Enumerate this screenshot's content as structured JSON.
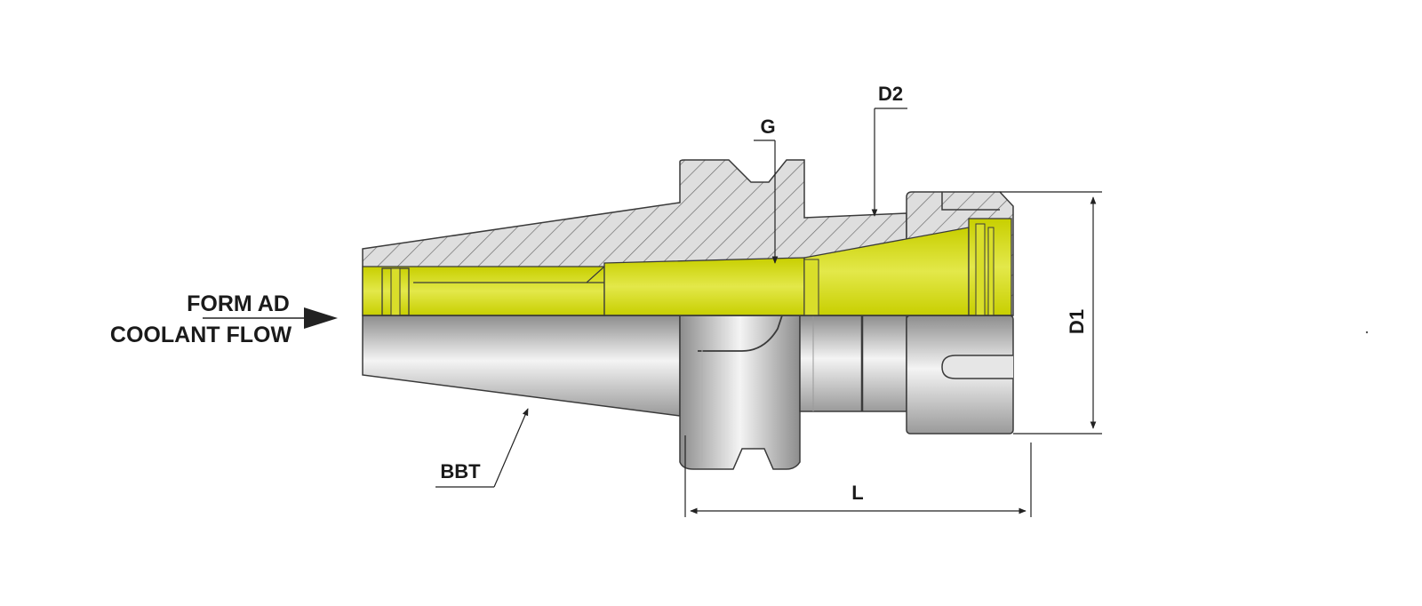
{
  "labels": {
    "g": "G",
    "d2": "D2",
    "d1": "D1",
    "l": "L",
    "bbt": "BBT",
    "coolant_line1": "FORM AD",
    "coolant_line2": "COOLANT FLOW"
  },
  "colors": {
    "background": "#ffffff",
    "coolant_channel": "#c8cf00",
    "coolant_highlight": "#e3e84a",
    "section_fill": "#dedede",
    "hatch": "#6e6e6e",
    "steel_dark": "#8d8d8d",
    "steel_light": "#f4f4f4",
    "outline": "#3a3a3a",
    "dimension_line": "#222222"
  }
}
